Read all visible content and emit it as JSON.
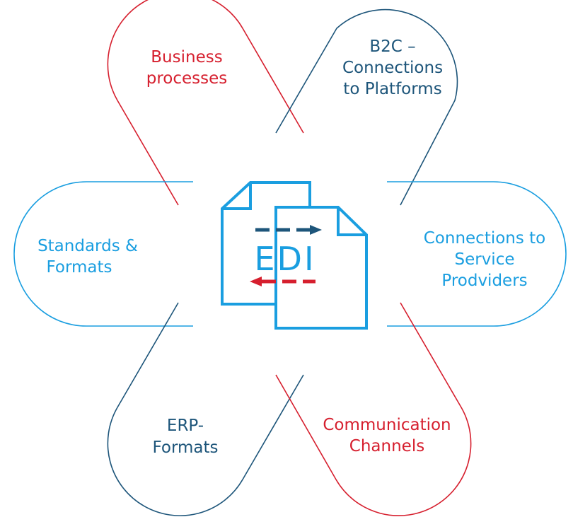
{
  "colors": {
    "red": "#d61f2e",
    "dark_blue": "#1d557a",
    "light_blue": "#1a9ee0"
  },
  "center": {
    "icon": "edi-document-exchange-icon",
    "label": "EDI"
  },
  "petals": {
    "business_processes": {
      "line1": "Business",
      "line2": "processes"
    },
    "b2c": {
      "line1": "B2C –",
      "line2": "Connections",
      "line3": "to Platforms"
    },
    "standards": {
      "line1": "Standards &",
      "line2": "Formats"
    },
    "service_providers": {
      "line1": "Connections to",
      "line2": "Service",
      "line3": "Prodviders"
    },
    "erp": {
      "line1": "ERP-",
      "line2": "Formats"
    },
    "communication": {
      "line1": "Communication",
      "line2": "Channels"
    }
  }
}
